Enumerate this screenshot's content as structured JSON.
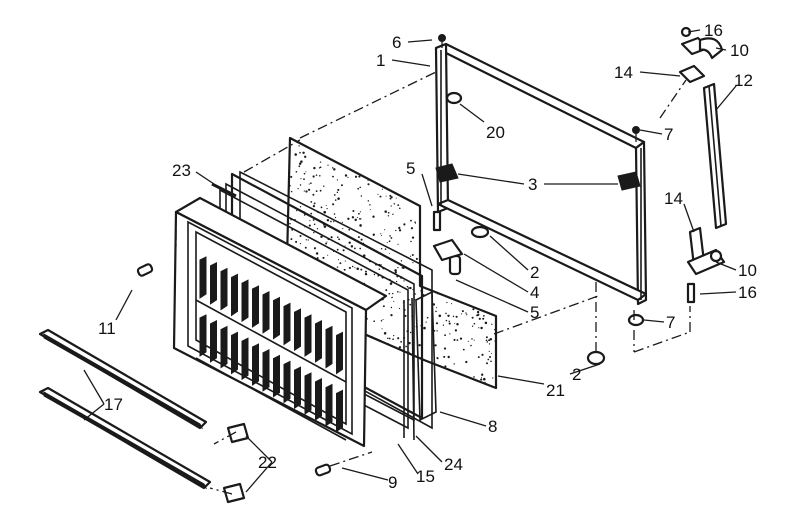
{
  "callouts": [
    {
      "id": "c6",
      "text": "6"
    },
    {
      "id": "c1",
      "text": "1"
    },
    {
      "id": "c16a",
      "text": "16"
    },
    {
      "id": "c10a",
      "text": "10"
    },
    {
      "id": "c14a",
      "text": "14"
    },
    {
      "id": "c12",
      "text": "12"
    },
    {
      "id": "c20",
      "text": "20"
    },
    {
      "id": "c7a",
      "text": "7"
    },
    {
      "id": "c5a",
      "text": "5"
    },
    {
      "id": "c3",
      "text": "3"
    },
    {
      "id": "c23",
      "text": "23"
    },
    {
      "id": "c14b",
      "text": "14"
    },
    {
      "id": "c2a",
      "text": "2"
    },
    {
      "id": "c4",
      "text": "4"
    },
    {
      "id": "c10b",
      "text": "10"
    },
    {
      "id": "c16b",
      "text": "16"
    },
    {
      "id": "c5b",
      "text": "5"
    },
    {
      "id": "c7b",
      "text": "7"
    },
    {
      "id": "c11",
      "text": "11"
    },
    {
      "id": "c2b",
      "text": "2"
    },
    {
      "id": "c21",
      "text": "21"
    },
    {
      "id": "c17",
      "text": "17"
    },
    {
      "id": "c8",
      "text": "8"
    },
    {
      "id": "c22",
      "text": "22"
    },
    {
      "id": "c24",
      "text": "24"
    },
    {
      "id": "c15",
      "text": "15"
    },
    {
      "id": "c9",
      "text": "9"
    }
  ]
}
